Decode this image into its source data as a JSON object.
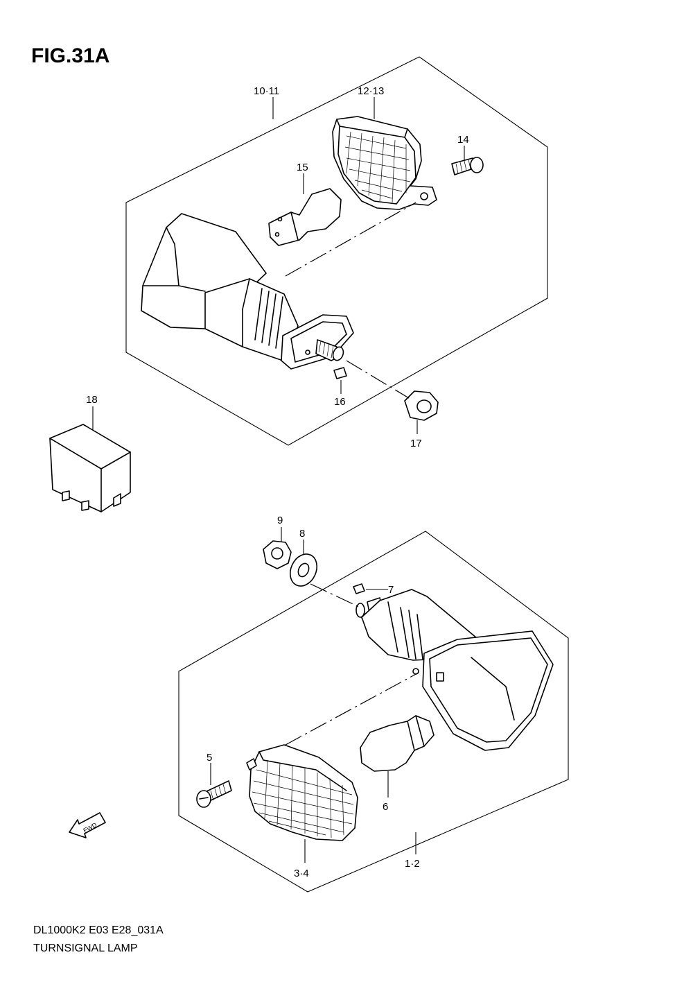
{
  "figure_title": "FIG.31A",
  "callouts": {
    "c10_11": "10·11",
    "c12_13": "12·13",
    "c14": "14",
    "c15": "15",
    "c16": "16",
    "c17": "17",
    "c18": "18",
    "c9": "9",
    "c8": "8",
    "c7": "7",
    "c5": "5",
    "c6": "6",
    "c3_4": "3·4",
    "c1_2": "1·2"
  },
  "fwd_label": "FWD",
  "footer": {
    "model_code": "DL1000K2 E03 E28_031A",
    "caption": "TURNSIGNAL LAMP"
  }
}
